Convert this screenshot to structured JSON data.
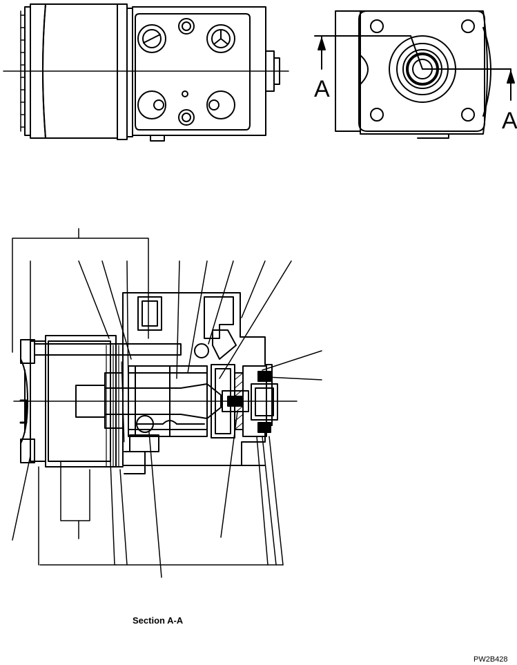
{
  "diagram": {
    "section_marker": "A",
    "section_label": "Section A-A",
    "drawing_code": "PW2B428",
    "colors": {
      "line": "#000000",
      "background": "#ffffff"
    }
  }
}
